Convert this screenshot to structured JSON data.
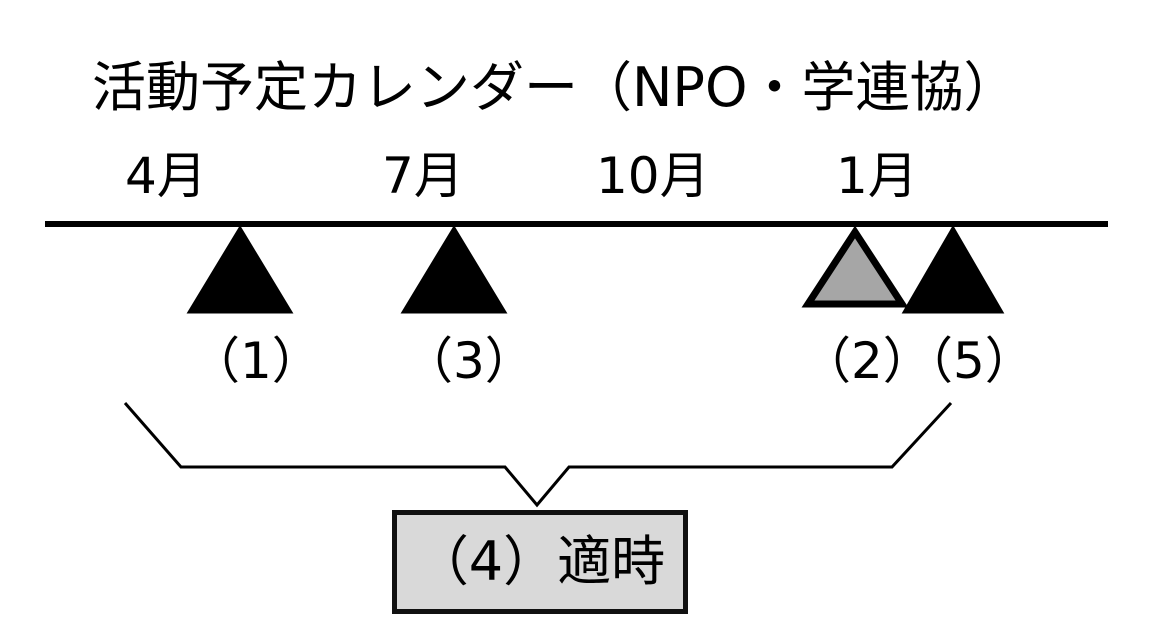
{
  "title": "活動予定カレンダー（NPO・学連協）",
  "timeline": {
    "months": [
      "4月",
      "7月",
      "10月",
      "1月"
    ]
  },
  "markers": [
    {
      "label": "（1）",
      "month": "4月",
      "fill": "#000000"
    },
    {
      "label": "（3）",
      "month": "7月",
      "fill": "#000000"
    },
    {
      "label": "（2）",
      "month": "1月",
      "fill": "#a6a6a6"
    },
    {
      "label": "（5）",
      "month": "1月",
      "fill": "#000000"
    }
  ],
  "bracket": {
    "label": "（4）適時",
    "box_fill": "#d9d9d9"
  }
}
